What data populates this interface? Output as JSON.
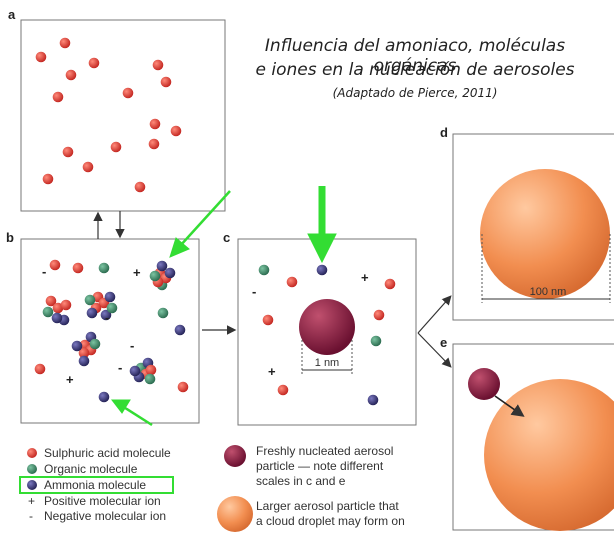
{
  "title": {
    "line1": "Influencia del amoniaco, moléculas orgánicas",
    "line2": "e iones en la nucleación de aerosoles",
    "citation": "(Adaptado de Pierce,  2011)"
  },
  "panels": {
    "a": "a",
    "b": "b",
    "c": "c",
    "d": "d",
    "e": "e"
  },
  "scale_labels": {
    "c": "1 nm",
    "d": "100 nm"
  },
  "ion_signs": {
    "positive": "+",
    "negative": "-"
  },
  "legend": {
    "sulphuric": "Sulphuric acid molecule",
    "organic": "Organic molecule",
    "ammonia": "Ammonia molecule",
    "positive_ion": "Positive molecular ion",
    "negative_ion": "Negative molecular ion",
    "fresh_line1": "Freshly nucleated aerosol",
    "fresh_line2": "particle — note different",
    "fresh_line3": "scales in c and e",
    "large_line1": "Larger aerosol particle that",
    "large_line2": "a cloud droplet may form on",
    "positive_symbol": "+",
    "negative_symbol": "-"
  },
  "colors": {
    "sulphuric": "#d9423a",
    "organic": "#3f8a6a",
    "ammonia": "#3d3a78",
    "fresh_particle": "#8a1c3c",
    "large_particle": "#f08a4a",
    "highlight": "#33dd33"
  }
}
